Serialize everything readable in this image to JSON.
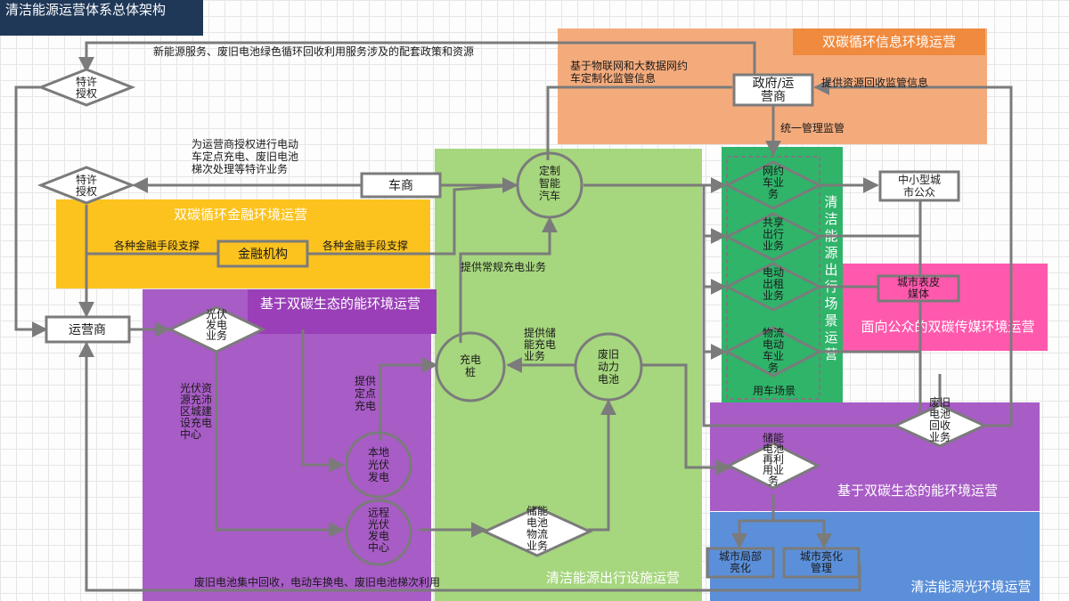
{
  "title": "清洁能源运营体系总体架构",
  "zones": {
    "info": "双碳循环信息环境运营",
    "finance": "双碳循环金融环境运营",
    "eco_left": "基于双碳生态的能环境运营",
    "facility": "清洁能源出行设施运营",
    "travel": [
      "清",
      "洁",
      "能",
      "源",
      "出",
      "行",
      "场",
      "景",
      "运",
      "营"
    ],
    "media": "面向公众的双碳传媒环境运营",
    "eco_right": "基于双碳生态的能环境运营",
    "light": "清洁能源光环境运营"
  },
  "nodes": {
    "gov": [
      "政府/运",
      "营商"
    ],
    "car_dealer": "车商",
    "finance_org": "金融机构",
    "operator": "运营商",
    "license1": [
      "特许",
      "授权"
    ],
    "license2": [
      "特许",
      "授权"
    ],
    "pv_service": [
      "光伏",
      "发电",
      "业务"
    ],
    "smart_car": [
      "定制",
      "智能",
      "汽车"
    ],
    "charge_pile": [
      "充电",
      "桩"
    ],
    "old_battery": [
      "废旧",
      "动力",
      "电池"
    ],
    "local_pv": [
      "本地",
      "光伏",
      "发电"
    ],
    "remote_pv": [
      "远程",
      "光伏",
      "发电",
      "中心"
    ],
    "storage_logistics": [
      "储能",
      "电池",
      "物流",
      "业务"
    ],
    "ride_hailing": [
      "网约",
      "车业",
      "务"
    ],
    "sharing": [
      "共享",
      "出行",
      "业务"
    ],
    "taxi": [
      "电动",
      "出租",
      "业务"
    ],
    "logistics": [
      "物流",
      "电动",
      "车业",
      "务"
    ],
    "small_city": [
      "中小型城",
      "市公众"
    ],
    "city_media": [
      "城市表皮",
      "媒体"
    ],
    "battery_recycle": [
      "废旧",
      "电池",
      "回收",
      "业务"
    ],
    "storage_reuse": [
      "储能",
      "电池",
      "再利",
      "用业",
      "务"
    ],
    "city_local_light": [
      "城市局部",
      "亮化"
    ],
    "city_light_mgmt": [
      "城市亮化",
      "管理"
    ]
  },
  "labels": {
    "top_policy": "新能源服务、废旧电池绿色循环回收利用服务涉及的配套政策和资源",
    "iot_info": [
      "基于物联网和大数据网约",
      "车定制化监管信息"
    ],
    "recycle_supervision": "提供资源回收监管信息",
    "unified_mgmt": "统一管理监管",
    "authorize": [
      "为运营商授权进行电动",
      "车定点充电、废旧电池",
      "梯次处理等特许业务"
    ],
    "finance_left": "各种金融手段支撑",
    "finance_right": "各种金融手段支撑",
    "regular_charge": "提供常规充电业务",
    "storage_charge": [
      "提供储",
      "能充电",
      "业务"
    ],
    "fixed_charge": [
      "提供",
      "定点",
      "充电"
    ],
    "pv_resources": [
      "光伏资",
      "源充沛",
      "区城建",
      "设充电",
      "中心"
    ],
    "car_scene": "用车场景",
    "bottom_flow": "废旧电池集中回收，电动车换电、废旧电池梯次利用"
  },
  "colors": {
    "info": "#f4ab7c",
    "info_tag": "#f08a3e",
    "finance": "#fcc31e",
    "eco_purple": "#a85cc6",
    "facility": "#a6d67e",
    "travel": "#2fb46a",
    "media": "#ff59ad",
    "light": "#5b8fd9",
    "arrow": "#7b7b7b"
  }
}
